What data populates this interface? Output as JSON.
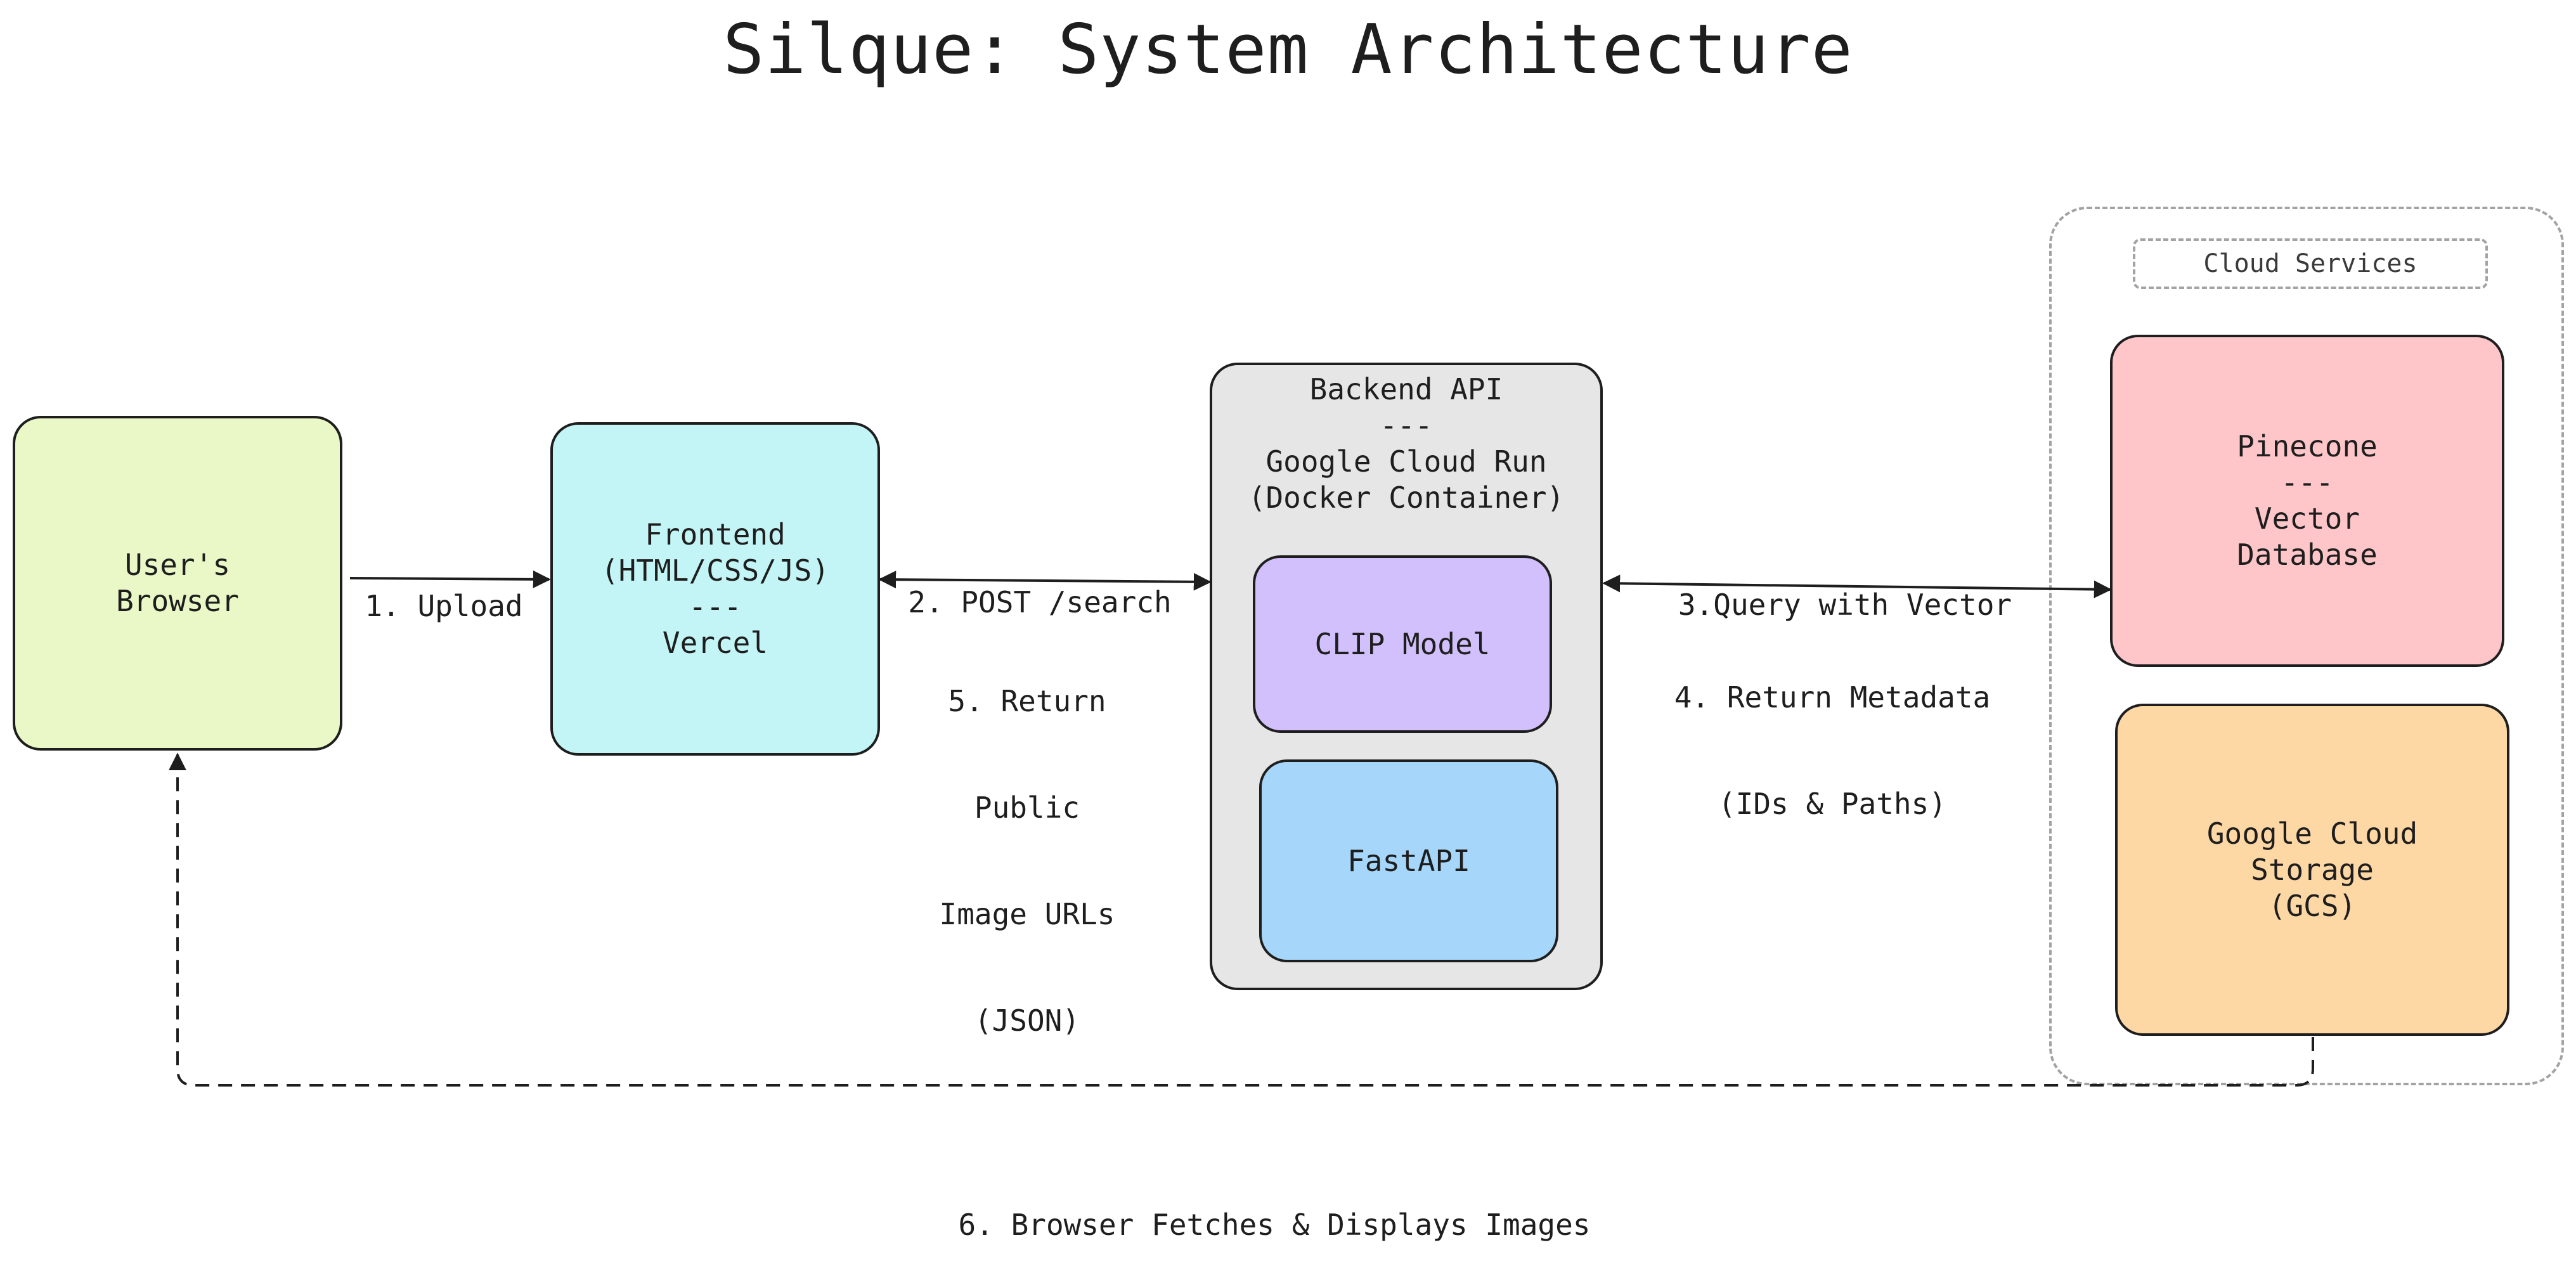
{
  "title": "Silque: System Architecture",
  "nodes": {
    "browser": {
      "lines": [
        "User's",
        "Browser"
      ],
      "fill": "#e9f8c6"
    },
    "frontend": {
      "lines": [
        "Frontend",
        "(HTML/CSS/JS)",
        "---",
        "Vercel"
      ],
      "fill": "#c4f5f6"
    },
    "backend": {
      "lines": [
        "Backend API",
        "---",
        "Google Cloud Run",
        "(Docker Container)"
      ],
      "fill": "#e6e6e6"
    },
    "clip": {
      "lines": [
        "CLIP Model"
      ],
      "fill": "#d1c0fb"
    },
    "fastapi": {
      "lines": [
        "FastAPI"
      ],
      "fill": "#a6d7fb"
    },
    "pinecone": {
      "lines": [
        "Pinecone",
        "---",
        "Vector",
        "Database"
      ],
      "fill": "#fec6c8"
    },
    "gcs": {
      "lines": [
        "Google Cloud",
        "Storage",
        "(GCS)"
      ],
      "fill": "#fdd8a5"
    }
  },
  "group": {
    "label": "Cloud Services"
  },
  "edges": {
    "upload": {
      "lines": [
        "1. Upload"
      ]
    },
    "post_search": {
      "lines": [
        "2. POST /search"
      ]
    },
    "query_vector": {
      "lines": [
        "3.Query with Vector"
      ]
    },
    "return_metadata": {
      "lines": [
        "4. Return Metadata",
        "(IDs & Paths)"
      ]
    },
    "return_urls": {
      "lines": [
        "5. Return",
        "Public",
        "Image URLs",
        "(JSON)"
      ]
    },
    "fetch_images": {
      "lines": [
        "6. Browser Fetches & Displays Images"
      ]
    }
  },
  "colors": {
    "stroke": "#1e1e1e",
    "group_stroke": "#a3a3a3"
  }
}
